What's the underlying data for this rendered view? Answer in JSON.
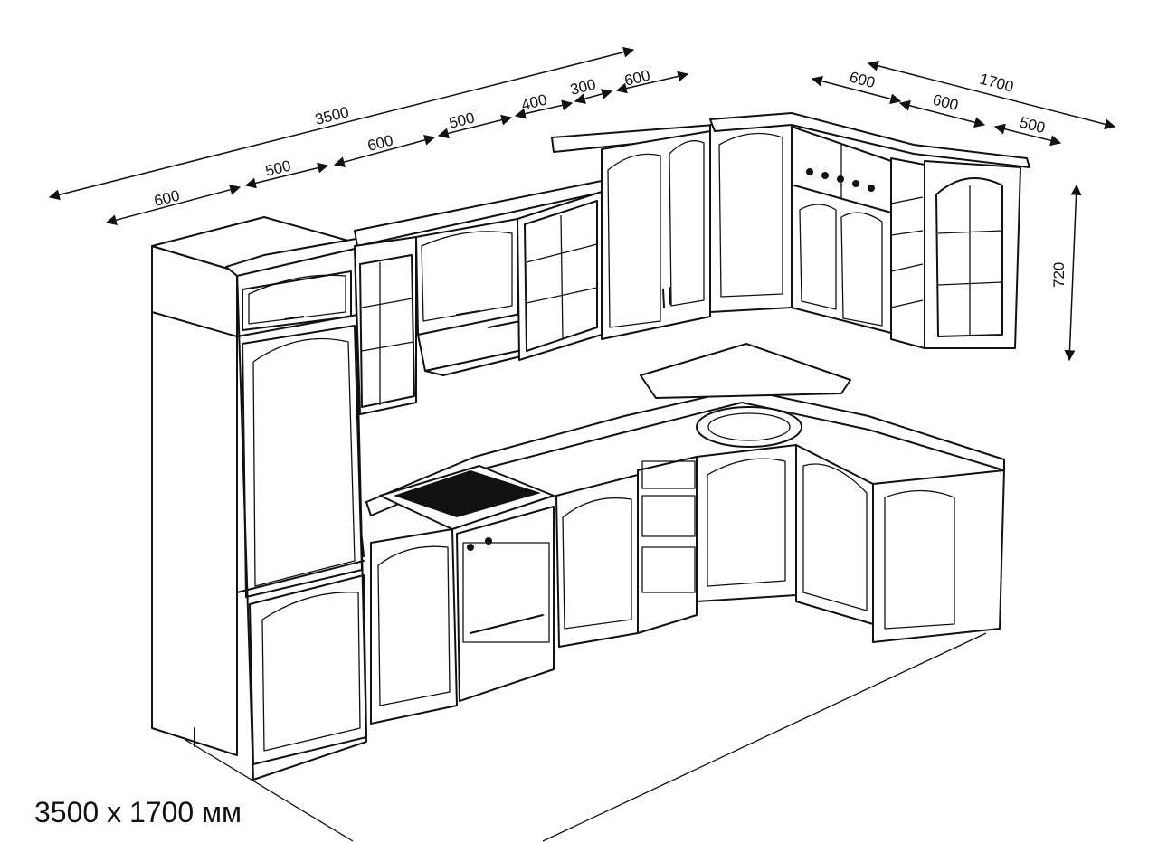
{
  "dimensions": {
    "wall_left": {
      "total": "3500",
      "segments": [
        "600",
        "500",
        "600",
        "500",
        "400",
        "300",
        "600"
      ]
    },
    "wall_right": {
      "total": "1700",
      "segments": [
        "600",
        "600",
        "500"
      ]
    },
    "height": "720"
  },
  "caption": "3500 x 1700 мм"
}
